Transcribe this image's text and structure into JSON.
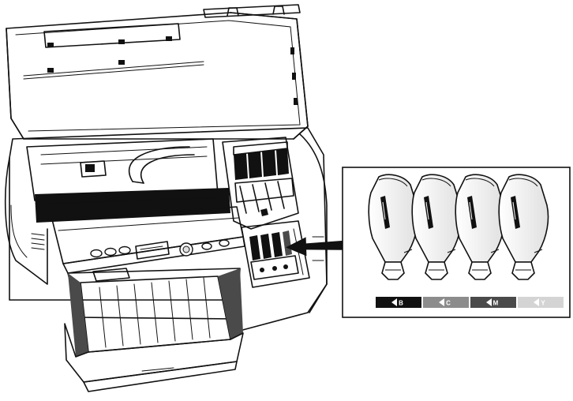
{
  "figure": {
    "subject": "printer-with-open-cover",
    "colors": {
      "black": "#111111",
      "dark_gray": "#4a4a4a",
      "mid_gray": "#8c8c8c",
      "light_gray": "#cfcfcf",
      "pale_gray": "#e6e6e6",
      "white": "#ffffff"
    }
  },
  "callout": {
    "cartridges": [
      {
        "slot": "black-cartridge",
        "label": "B"
      },
      {
        "slot": "cyan-cartridge",
        "label": "C"
      },
      {
        "slot": "magenta-cartridge",
        "label": "M"
      },
      {
        "slot": "yellow-cartridge",
        "label": "Y"
      }
    ],
    "label_strip": [
      {
        "label": "B",
        "fill": "#111111",
        "text_color": "#ffffff"
      },
      {
        "label": "C",
        "fill": "#8c8c8c",
        "text_color": "#ffffff"
      },
      {
        "label": "M",
        "fill": "#4a4a4a",
        "text_color": "#ffffff"
      },
      {
        "label": "Y",
        "fill": "#d4d4d4",
        "text_color": "#ffffff"
      }
    ]
  }
}
